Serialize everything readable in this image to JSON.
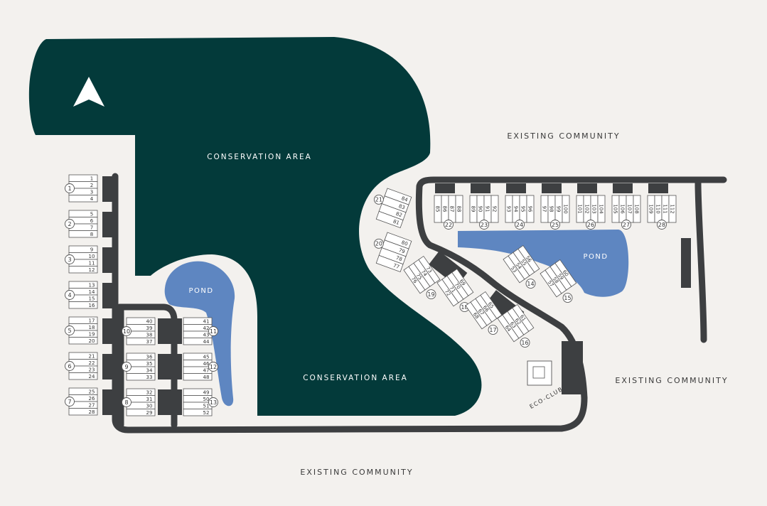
{
  "map": {
    "north_label": "N",
    "conservation_labels": [
      "CONSERVATION AREA",
      "CONSERVATION AREA"
    ],
    "pond_labels": [
      "POND",
      "POND"
    ],
    "existing_community_labels": [
      "EXISTING COMMUNITY",
      "EXISTING COMMUNITY",
      "EXISTING COMMUNITY"
    ],
    "amenity_label": "ECO-CLUB",
    "colors": {
      "conservation": "#033a3a",
      "pond": "#5e86c1",
      "road": "#3d3f41",
      "background": "#f3f1ee"
    }
  },
  "left_column": [
    {
      "building": "1",
      "lots": [
        "1",
        "2",
        "3",
        "4"
      ]
    },
    {
      "building": "2",
      "lots": [
        "5",
        "6",
        "7",
        "8"
      ]
    },
    {
      "building": "3",
      "lots": [
        "9",
        "10",
        "11",
        "12"
      ]
    },
    {
      "building": "4",
      "lots": [
        "13",
        "14",
        "15",
        "16"
      ]
    },
    {
      "building": "5",
      "lots": [
        "17",
        "18",
        "19",
        "20"
      ]
    },
    {
      "building": "6",
      "lots": [
        "21",
        "22",
        "23",
        "24"
      ]
    },
    {
      "building": "7",
      "lots": [
        "25",
        "26",
        "27",
        "28"
      ]
    }
  ],
  "inner_left": [
    {
      "building": "10",
      "lots": [
        "40",
        "39",
        "38",
        "37"
      ]
    },
    {
      "building": "9",
      "lots": [
        "36",
        "35",
        "34",
        "33"
      ]
    },
    {
      "building": "8",
      "lots": [
        "32",
        "31",
        "30",
        "29"
      ]
    }
  ],
  "inner_right": [
    {
      "building": "11",
      "lots": [
        "41",
        "42",
        "43",
        "44"
      ]
    },
    {
      "building": "12",
      "lots": [
        "45",
        "46",
        "47",
        "48"
      ]
    },
    {
      "building": "13",
      "lots": [
        "49",
        "50",
        "51",
        "52"
      ]
    }
  ],
  "top_row": [
    {
      "building": "22",
      "lots": [
        "85",
        "86",
        "87",
        "88"
      ]
    },
    {
      "building": "23",
      "lots": [
        "89",
        "90",
        "91",
        "92"
      ]
    },
    {
      "building": "24",
      "lots": [
        "93",
        "94",
        "95",
        "96"
      ]
    },
    {
      "building": "25",
      "lots": [
        "97",
        "98",
        "99",
        "100"
      ]
    },
    {
      "building": "26",
      "lots": [
        "101",
        "102",
        "103",
        "104"
      ]
    },
    {
      "building": "27",
      "lots": [
        "105",
        "106",
        "107",
        "108"
      ]
    },
    {
      "building": "28",
      "lots": [
        "109",
        "110",
        "111",
        "112"
      ]
    }
  ],
  "east_stack": [
    {
      "building": "21",
      "lots": [
        "84",
        "83",
        "82",
        "81"
      ]
    },
    {
      "building": "20",
      "lots": [
        "80",
        "79",
        "78",
        "77"
      ]
    }
  ],
  "diagonal": [
    {
      "building": "19",
      "lots": [
        "76",
        "75",
        "74",
        "73"
      ]
    },
    {
      "building": "18",
      "lots": [
        "72",
        "71",
        "70",
        "69"
      ]
    },
    {
      "building": "17",
      "lots": [
        "68",
        "67",
        "66",
        "65"
      ]
    },
    {
      "building": "16",
      "lots": [
        "64",
        "63",
        "62",
        "61"
      ]
    },
    {
      "building": "14",
      "lots": [
        "53",
        "54",
        "55",
        "56"
      ]
    },
    {
      "building": "15",
      "lots": [
        "57",
        "58",
        "59",
        "60"
      ]
    }
  ]
}
